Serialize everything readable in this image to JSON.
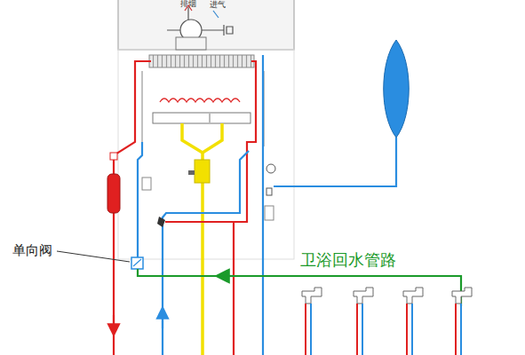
{
  "diagram": {
    "labels": [
      "排烟",
      "进气",
      "单向阀",
      "卫浴回水管路"
    ]
  }
}
